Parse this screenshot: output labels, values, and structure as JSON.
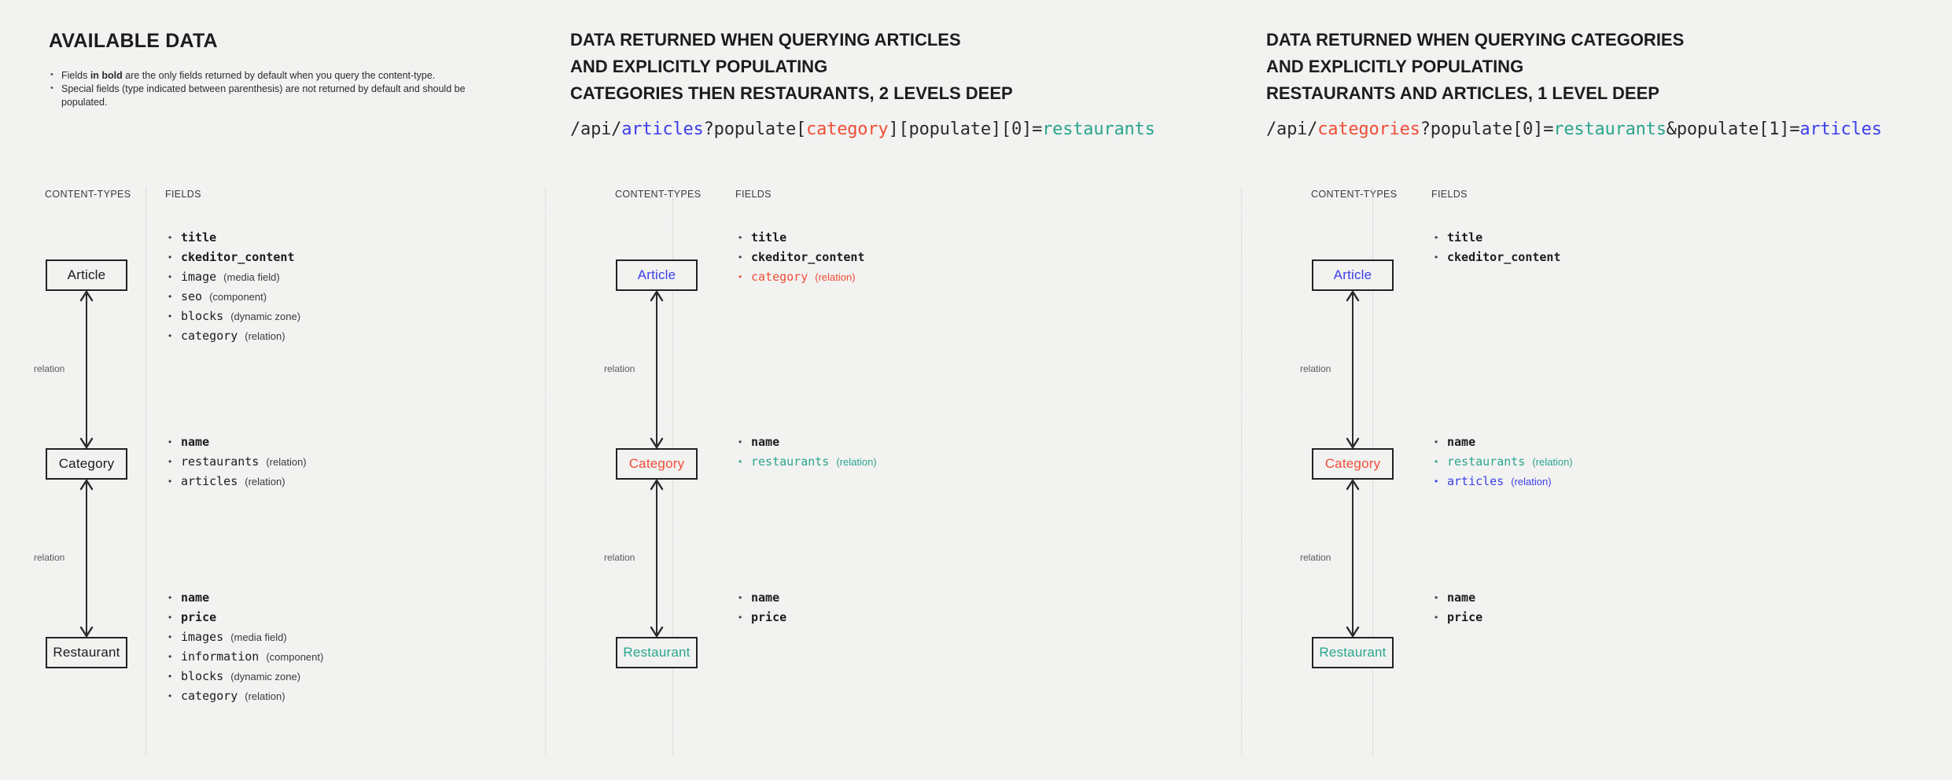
{
  "colors": {
    "background": "#f2f2f1",
    "text": "#1c1c1c",
    "blue": "#3b3fe8",
    "red": "#f04e37",
    "teal": "#2aa58c",
    "muted": "#5a5a5a"
  },
  "panels": [
    {
      "id": "available-data",
      "title": "AVAILABLE DATA",
      "notes": [
        {
          "prefix": "Fields ",
          "bold": "in bold",
          "suffix": " are the only fields returned by default when you query the content-type."
        },
        {
          "prefix": "",
          "bold": "",
          "suffix": "Special fields (type indicated between parenthesis) are not returned by default and should be populated."
        }
      ],
      "col_headers": {
        "content_types": "CONTENT-TYPES",
        "fields": "FIELDS"
      },
      "relation_label": "relation",
      "entities": [
        {
          "name": "Article",
          "color": "default",
          "fields": [
            {
              "name": "title",
              "bold": true,
              "type": "",
              "color": "default"
            },
            {
              "name": "ckeditor_content",
              "bold": true,
              "type": "",
              "color": "default"
            },
            {
              "name": "image",
              "bold": false,
              "type": "(media field)",
              "color": "default"
            },
            {
              "name": "seo",
              "bold": false,
              "type": "(component)",
              "color": "default"
            },
            {
              "name": "blocks",
              "bold": false,
              "type": "(dynamic zone)",
              "color": "default"
            },
            {
              "name": "category",
              "bold": false,
              "type": "(relation)",
              "color": "default"
            }
          ]
        },
        {
          "name": "Category",
          "color": "default",
          "fields": [
            {
              "name": "name",
              "bold": true,
              "type": "",
              "color": "default"
            },
            {
              "name": "restaurants",
              "bold": false,
              "type": "(relation)",
              "color": "default"
            },
            {
              "name": "articles",
              "bold": false,
              "type": "(relation)",
              "color": "default"
            }
          ]
        },
        {
          "name": "Restaurant",
          "color": "default",
          "fields": [
            {
              "name": "name",
              "bold": true,
              "type": "",
              "color": "default"
            },
            {
              "name": "price",
              "bold": true,
              "type": "",
              "color": "default"
            },
            {
              "name": "images",
              "bold": false,
              "type": "(media field)",
              "color": "default"
            },
            {
              "name": "information",
              "bold": false,
              "type": "(component)",
              "color": "default"
            },
            {
              "name": "blocks",
              "bold": false,
              "type": "(dynamic zone)",
              "color": "default"
            },
            {
              "name": "category",
              "bold": false,
              "type": "(relation)",
              "color": "default"
            }
          ]
        }
      ]
    },
    {
      "id": "query-articles",
      "title_lines": [
        [
          {
            "t": "DATA RETURNED WHEN QUERYING ",
            "c": "default"
          },
          {
            "t": "ARTICLES",
            "c": "blue"
          }
        ],
        [
          {
            "t": "AND EXPLICITLY POPULATING",
            "c": "default"
          }
        ],
        [
          {
            "t": "CATEGORIES THEN RESTAURANTS, 2 LEVELS DEEP",
            "c": "default"
          }
        ]
      ],
      "api_url": [
        {
          "t": "/api/",
          "c": "default"
        },
        {
          "t": "articles",
          "c": "blue"
        },
        {
          "t": "?populate[",
          "c": "default"
        },
        {
          "t": "category",
          "c": "red"
        },
        {
          "t": "][populate][0]=",
          "c": "default"
        },
        {
          "t": "restaurants",
          "c": "teal"
        }
      ],
      "col_headers": {
        "content_types": "CONTENT-TYPES",
        "fields": "FIELDS"
      },
      "relation_label": "relation",
      "entities": [
        {
          "name": "Article",
          "color": "blue",
          "fields": [
            {
              "name": "title",
              "bold": true,
              "type": "",
              "color": "default"
            },
            {
              "name": "ckeditor_content",
              "bold": true,
              "type": "",
              "color": "default"
            },
            {
              "name": "category",
              "bold": false,
              "type": "(relation)",
              "color": "red"
            }
          ]
        },
        {
          "name": "Category",
          "color": "red",
          "fields": [
            {
              "name": "name",
              "bold": true,
              "type": "",
              "color": "default"
            },
            {
              "name": "restaurants",
              "bold": false,
              "type": "(relation)",
              "color": "teal"
            }
          ]
        },
        {
          "name": "Restaurant",
          "color": "teal",
          "fields": [
            {
              "name": "name",
              "bold": true,
              "type": "",
              "color": "default"
            },
            {
              "name": "price",
              "bold": true,
              "type": "",
              "color": "default"
            }
          ]
        }
      ]
    },
    {
      "id": "query-categories",
      "title_lines": [
        [
          {
            "t": "DATA RETURNED WHEN QUERYING ",
            "c": "default"
          },
          {
            "t": "CATEGORIES",
            "c": "red"
          }
        ],
        [
          {
            "t": "AND EXPLICITLY POPULATING",
            "c": "default"
          }
        ],
        [
          {
            "t": "RESTAURANTS AND ARTICLES, 1 LEVEL DEEP",
            "c": "default"
          }
        ]
      ],
      "api_url": [
        {
          "t": "/api/",
          "c": "default"
        },
        {
          "t": "categories",
          "c": "red"
        },
        {
          "t": "?populate[0]=",
          "c": "default"
        },
        {
          "t": "restaurants",
          "c": "teal"
        },
        {
          "t": "&populate[1]=",
          "c": "default"
        },
        {
          "t": "articles",
          "c": "blue"
        }
      ],
      "col_headers": {
        "content_types": "CONTENT-TYPES",
        "fields": "FIELDS"
      },
      "relation_label": "relation",
      "entities": [
        {
          "name": "Article",
          "color": "blue",
          "fields": [
            {
              "name": "title",
              "bold": true,
              "type": "",
              "color": "default"
            },
            {
              "name": "ckeditor_content",
              "bold": true,
              "type": "",
              "color": "default"
            }
          ]
        },
        {
          "name": "Category",
          "color": "red",
          "fields": [
            {
              "name": "name",
              "bold": true,
              "type": "",
              "color": "default"
            },
            {
              "name": "restaurants",
              "bold": false,
              "type": "(relation)",
              "color": "teal"
            },
            {
              "name": "articles",
              "bold": false,
              "type": "(relation)",
              "color": "blue"
            }
          ]
        },
        {
          "name": "Restaurant",
          "color": "teal",
          "fields": [
            {
              "name": "name",
              "bold": true,
              "type": "",
              "color": "default"
            },
            {
              "name": "price",
              "bold": true,
              "type": "",
              "color": "default"
            }
          ]
        }
      ]
    }
  ]
}
